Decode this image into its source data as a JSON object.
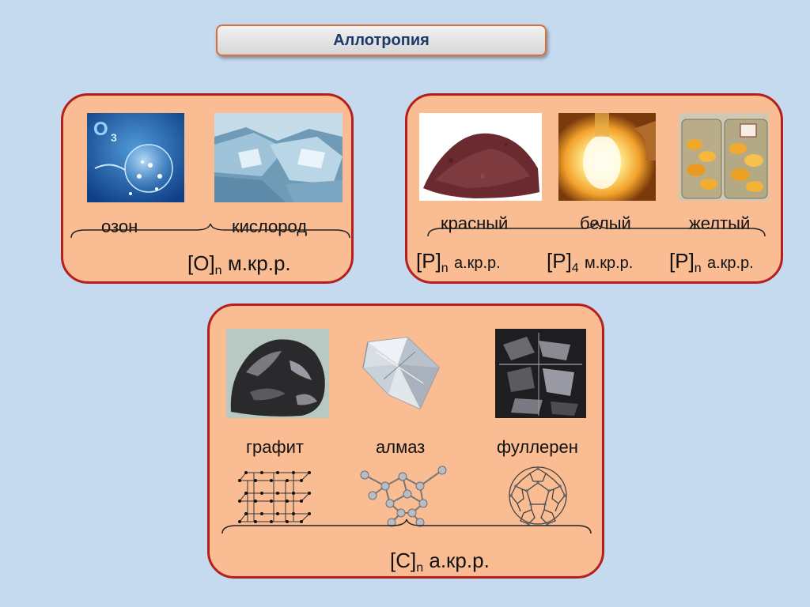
{
  "title": "Аллотропия",
  "oxygen": {
    "ozone_label": "озон",
    "oxygen_label": "кислород",
    "formula": {
      "element": "[O]",
      "sub": "n",
      "note": "м.кр.р."
    }
  },
  "phosphorus": {
    "red_label": "красный",
    "white_label": "белый",
    "yellow_label": "желтый",
    "formula_red": {
      "element": "[P]",
      "sub": "n",
      "note": "а.кр.р."
    },
    "formula_white": {
      "element": "[P]",
      "sub": "4",
      "note": "м.кр.р."
    },
    "formula_yellow": {
      "element": "[P]",
      "sub": "n",
      "note": "а.кр.р."
    }
  },
  "carbon": {
    "graphite_label": "графит",
    "diamond_label": "алмаз",
    "fullerene_label": "фуллерен",
    "formula": {
      "element": "[C]",
      "sub": "n",
      "note": "а.кр.р."
    }
  },
  "colors": {
    "background": "#c5d9ef",
    "panel_fill": "#f9bc93",
    "panel_border": "#b61e1e",
    "title_border": "#d9703a",
    "title_text": "#1a3a6a"
  }
}
